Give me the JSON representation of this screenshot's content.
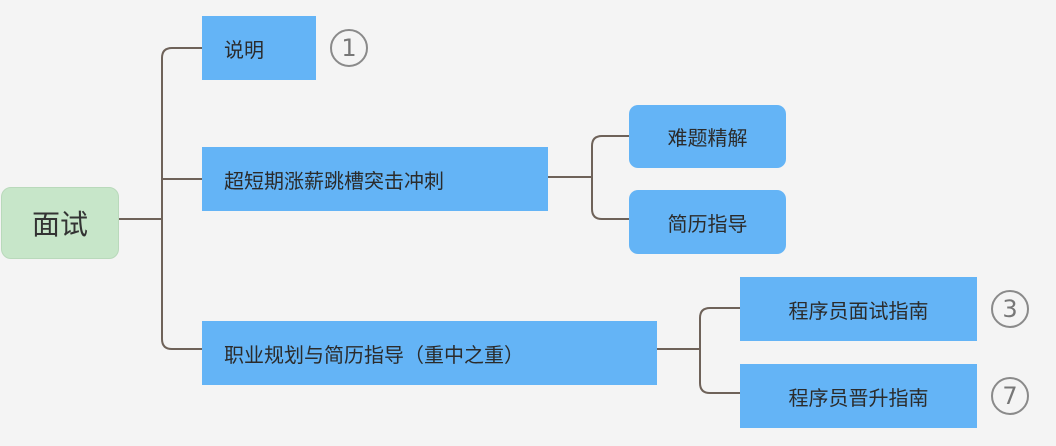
{
  "root": {
    "label": "面试"
  },
  "branches": [
    {
      "label": "说明",
      "badge": "1"
    },
    {
      "label": "超短期涨薪跳槽突击冲刺",
      "children": [
        {
          "label": "难题精解"
        },
        {
          "label": "简历指导"
        }
      ]
    },
    {
      "label": "职业规划与简历指导（重中之重）",
      "children": [
        {
          "label": "程序员面试指南",
          "badge": "3"
        },
        {
          "label": "程序员晋升指南",
          "badge": "7"
        }
      ]
    }
  ],
  "colors": {
    "root_fill": "#c7e6c9",
    "node_fill": "#64b4f6",
    "line": "#6e6259",
    "badge": "#8a8a8a"
  }
}
